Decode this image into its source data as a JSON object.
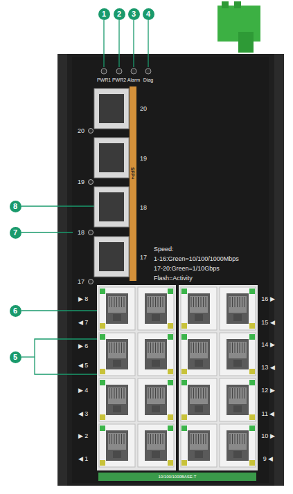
{
  "diagram": {
    "labels": [
      "1",
      "2",
      "3",
      "4",
      "PWR1",
      "PWR2",
      "Alarm",
      "Diag",
      "20",
      "20",
      "SFP+",
      "19",
      "19",
      "8",
      "18",
      "18",
      "7",
      "17",
      "17",
      "Speed:",
      "1-16:Green=10/100/1000Mbps",
      "17-20:Green=1/10Gbps",
      "Flash=Activity",
      "▶ 8",
      "16 ▶",
      "6",
      "◀ 7",
      "15 ◀",
      "▶ 6",
      "14 ▶",
      "5",
      "◀ 5",
      "13 ◀",
      "▶ 4",
      "12 ▶",
      "◀ 3",
      "11 ◀",
      "▶ 2",
      "10 ▶",
      "◀ 1",
      "9 ◀",
      "10/100/1000BASE-T"
    ]
  }
}
